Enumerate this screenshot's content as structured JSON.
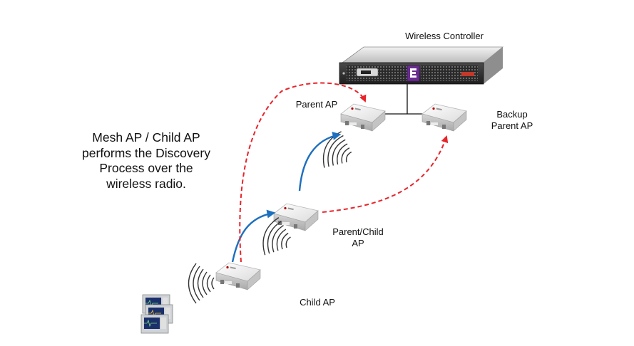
{
  "labels": {
    "controller": "Wireless Controller",
    "parent_ap": "Parent AP",
    "backup_parent_line1": "Backup",
    "backup_parent_line2": "Parent  AP",
    "parent_child_line1": "Parent/Child",
    "parent_child_line2": "AP",
    "child_ap": "Child  AP"
  },
  "description": {
    "line1": "Mesh AP / Child AP",
    "line2": "performs the Discovery",
    "line3": "Process over the",
    "line4": "wireless radio."
  },
  "icons": {
    "controller": "rack-server-icon",
    "ap": "access-point-icon",
    "radio": "radio-waves-icon",
    "device": "patient-monitor-icon"
  },
  "colors": {
    "discovery_path": "#e8242b",
    "mesh_link": "#1d6fbf",
    "wired_link": "#111111",
    "controller_logo": "#6a2c91"
  }
}
